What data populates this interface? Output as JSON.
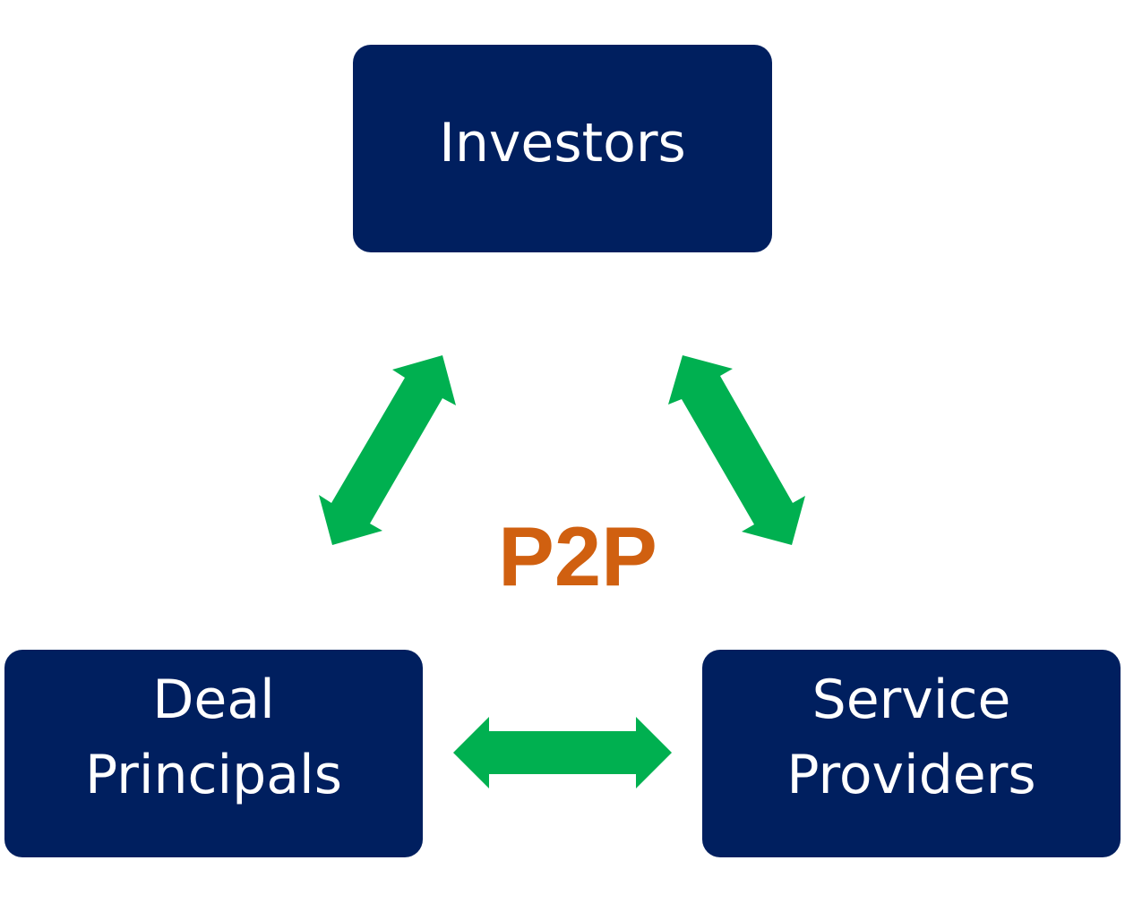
{
  "diagram": {
    "center_label": "P2P",
    "nodes": [
      {
        "id": "investors",
        "label": "Investors"
      },
      {
        "id": "deal-principals",
        "lines": [
          "Deal",
          "Principals"
        ]
      },
      {
        "id": "service-providers",
        "lines": [
          "Service",
          "Providers"
        ]
      }
    ],
    "edges": [
      {
        "from": "investors",
        "to": "deal-principals",
        "type": "bidirectional"
      },
      {
        "from": "investors",
        "to": "service-providers",
        "type": "bidirectional"
      },
      {
        "from": "deal-principals",
        "to": "service-providers",
        "type": "bidirectional"
      }
    ]
  },
  "colors": {
    "node_fill": "#001f5f",
    "node_text": "#ffffff",
    "arrow": "#00b050",
    "center_label": "#d06010"
  }
}
